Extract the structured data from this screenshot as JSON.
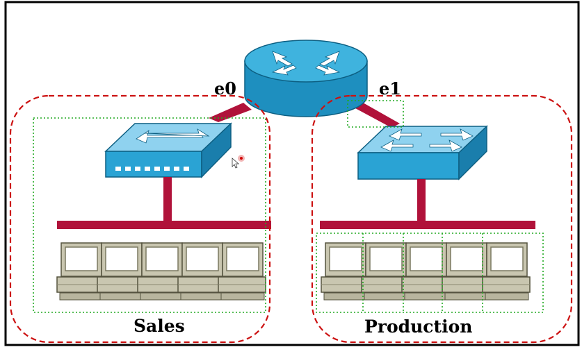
{
  "interfaces": {
    "e0": "e0",
    "e1": "e1"
  },
  "groups": {
    "sales": "Sales",
    "production": "Production"
  },
  "colors": {
    "border": "#000000",
    "network_line": "#b0123a",
    "device_blue": "#2aa3d4",
    "device_top": "#8fd2ef",
    "group_outline": "#cc1111",
    "selection_outline": "#22aa22",
    "pc_beige": "#c9c6b0"
  },
  "icons": [
    "router-icon",
    "switch-icon",
    "pc-icon",
    "cursor-icon"
  ]
}
